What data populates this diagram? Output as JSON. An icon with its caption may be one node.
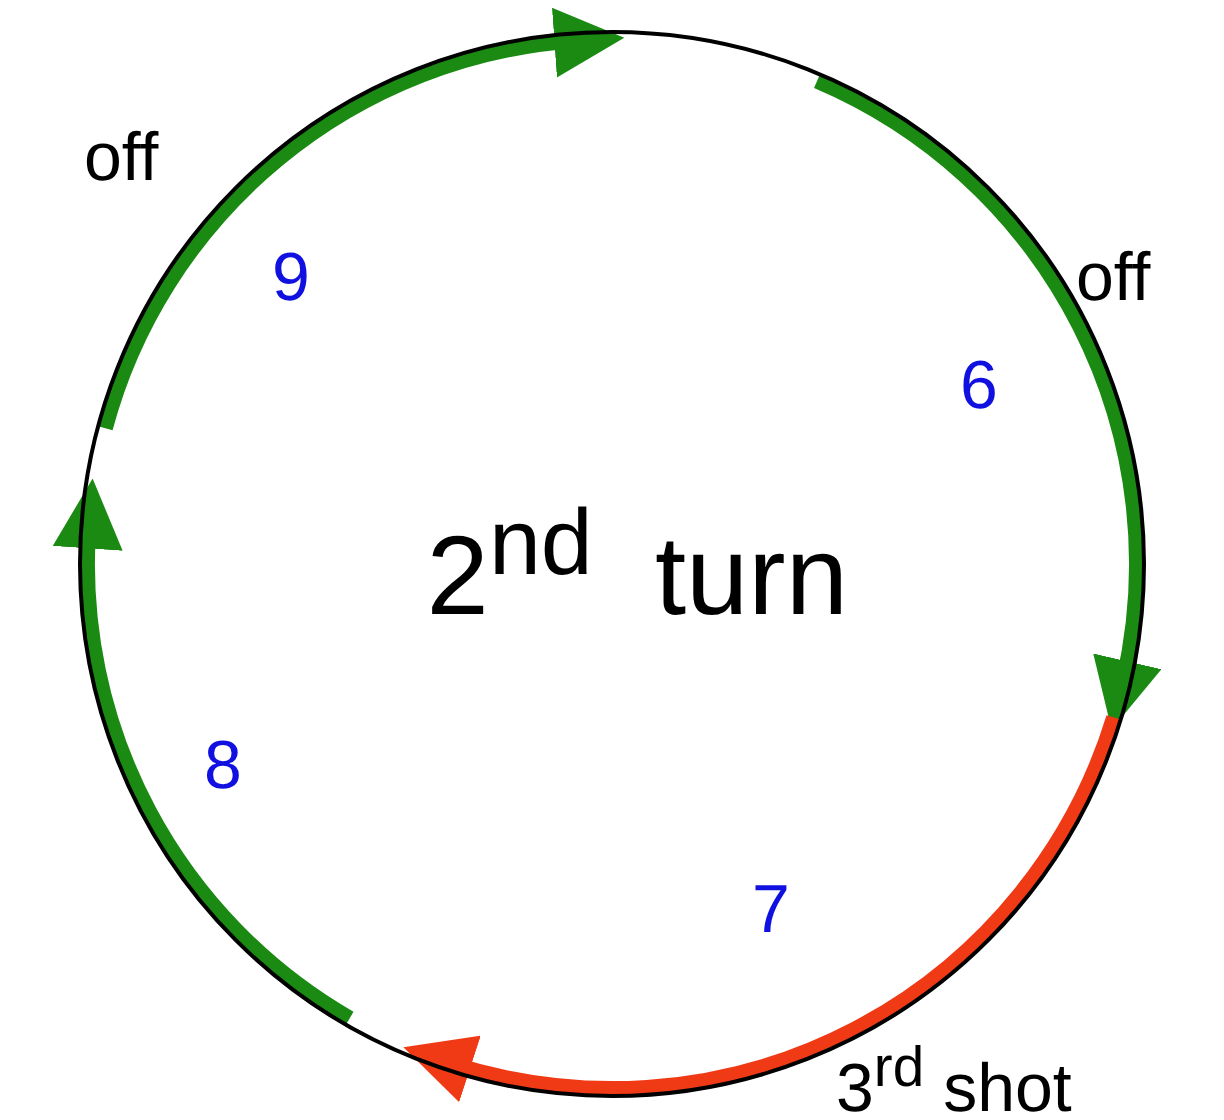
{
  "diagram": {
    "nodes": [
      {
        "text": [
          "2$^{nd}$  turn"
        ]
      }
    ],
    "labels": [
      "off",
      "9",
      "off",
      "6",
      "8",
      "7",
      "3$^{rd}$ shot"
    ]
  }
}
